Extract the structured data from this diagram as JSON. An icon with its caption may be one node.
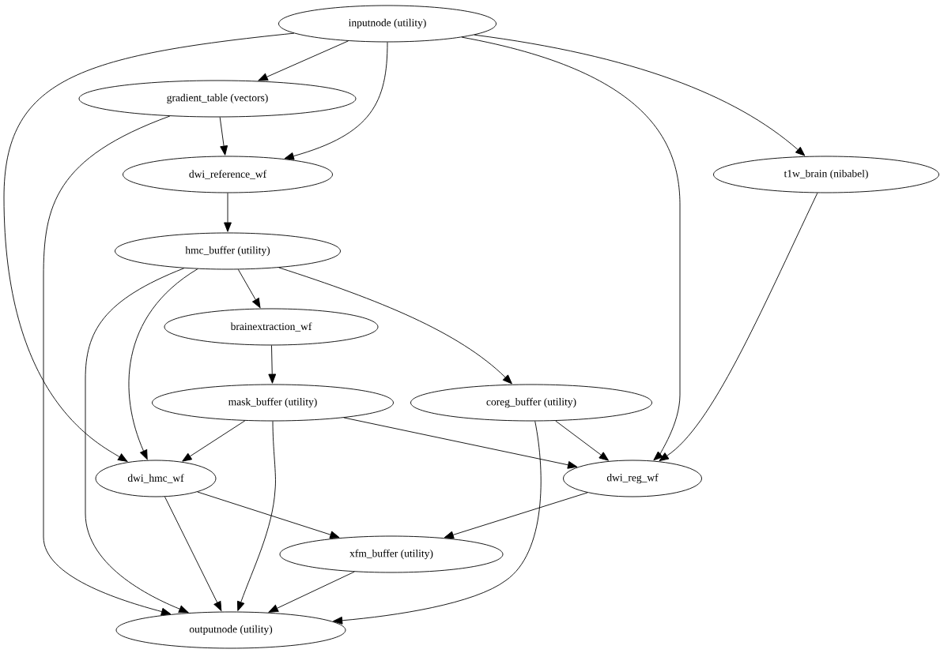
{
  "diagram": {
    "nodes": [
      {
        "text": [
          "inputnode (utility)"
        ]
      },
      {
        "text": [
          "gradient_table (vectors)"
        ]
      },
      {
        "text": [
          "dwi_reference_wf"
        ]
      },
      {
        "text": [
          "t1w_brain (nibabel)"
        ]
      },
      {
        "text": [
          "hmc_buffer (utility)"
        ]
      },
      {
        "text": [
          "brainextraction_wf"
        ]
      },
      {
        "text": [
          "mask_buffer (utility)"
        ]
      },
      {
        "text": [
          "coreg_buffer (utility)"
        ]
      },
      {
        "text": [
          "dwi_hmc_wf"
        ]
      },
      {
        "text": [
          "dwi_reg_wf"
        ]
      },
      {
        "text": [
          "xfm_buffer (utility)"
        ]
      },
      {
        "text": [
          "outputnode (utility)"
        ]
      }
    ],
    "edges": [
      {
        "from": 0,
        "to": 1,
        "arrow": "to"
      },
      {
        "from": 0,
        "to": 2,
        "arrow": "to"
      },
      {
        "from": 0,
        "to": 8,
        "arrow": "to"
      },
      {
        "from": 0,
        "to": 9,
        "arrow": "to"
      },
      {
        "from": 0,
        "to": 3,
        "arrow": "to"
      },
      {
        "from": 1,
        "to": 2,
        "arrow": "to"
      },
      {
        "from": 1,
        "to": 11,
        "arrow": "to"
      },
      {
        "from": 2,
        "to": 4,
        "arrow": "to"
      },
      {
        "from": 3,
        "to": 9,
        "arrow": "to"
      },
      {
        "from": 4,
        "to": 5,
        "arrow": "to"
      },
      {
        "from": 4,
        "to": 7,
        "arrow": "to"
      },
      {
        "from": 4,
        "to": 8,
        "arrow": "to"
      },
      {
        "from": 4,
        "to": 11,
        "arrow": "to"
      },
      {
        "from": 5,
        "to": 6,
        "arrow": "to"
      },
      {
        "from": 6,
        "to": 8,
        "arrow": "to"
      },
      {
        "from": 6,
        "to": 9,
        "arrow": "to"
      },
      {
        "from": 6,
        "to": 11,
        "arrow": "to"
      },
      {
        "from": 7,
        "to": 9,
        "arrow": "to"
      },
      {
        "from": 7,
        "to": 11,
        "arrow": "to"
      },
      {
        "from": 8,
        "to": 10,
        "arrow": "to"
      },
      {
        "from": 8,
        "to": 11,
        "arrow": "to"
      },
      {
        "from": 9,
        "to": 10,
        "arrow": "to"
      },
      {
        "from": 10,
        "to": 11,
        "arrow": "to"
      }
    ]
  }
}
